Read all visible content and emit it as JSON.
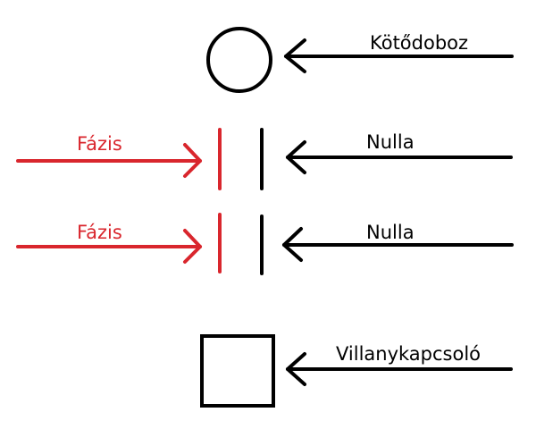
{
  "colors": {
    "phase": "#d9262d",
    "neutral": "#000000",
    "background": "#ffffff"
  },
  "labels": {
    "junction_box": "Kötődoboz",
    "neutral_1": "Nulla",
    "neutral_2": "Nulla",
    "phase_1": "Fázis",
    "phase_2": "Fázis",
    "light_switch": "Villanykapcsoló"
  }
}
